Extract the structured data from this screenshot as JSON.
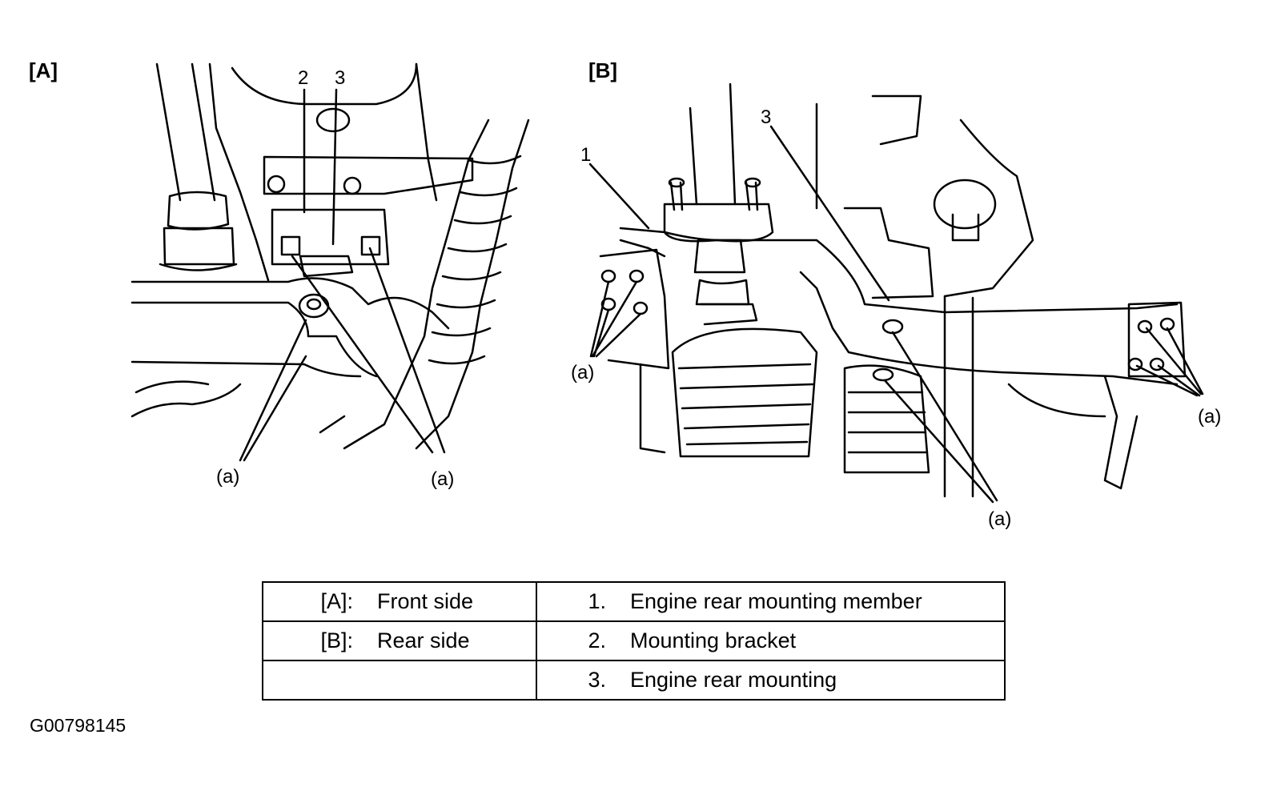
{
  "views": {
    "front": {
      "label": "[A]",
      "callouts": {
        "n2": "2",
        "n3": "3",
        "bolt_left": "(a)",
        "bolt_right": "(a)"
      }
    },
    "rear": {
      "label": "[B]",
      "callouts": {
        "n1": "1",
        "n3": "3",
        "bolt_left": "(a)",
        "bolt_right": "(a)",
        "bolt_bottom": "(a)"
      }
    }
  },
  "legend": {
    "rows": [
      {
        "key": "[A]:",
        "desc": "Front side",
        "num": "1.",
        "part": "Engine rear mounting member"
      },
      {
        "key": "[B]:",
        "desc": "Rear side",
        "num": "2.",
        "part": "Mounting bracket"
      },
      {
        "key": "",
        "desc": "",
        "num": "3.",
        "part": "Engine rear mounting"
      }
    ]
  },
  "reference_code": "G00798145"
}
